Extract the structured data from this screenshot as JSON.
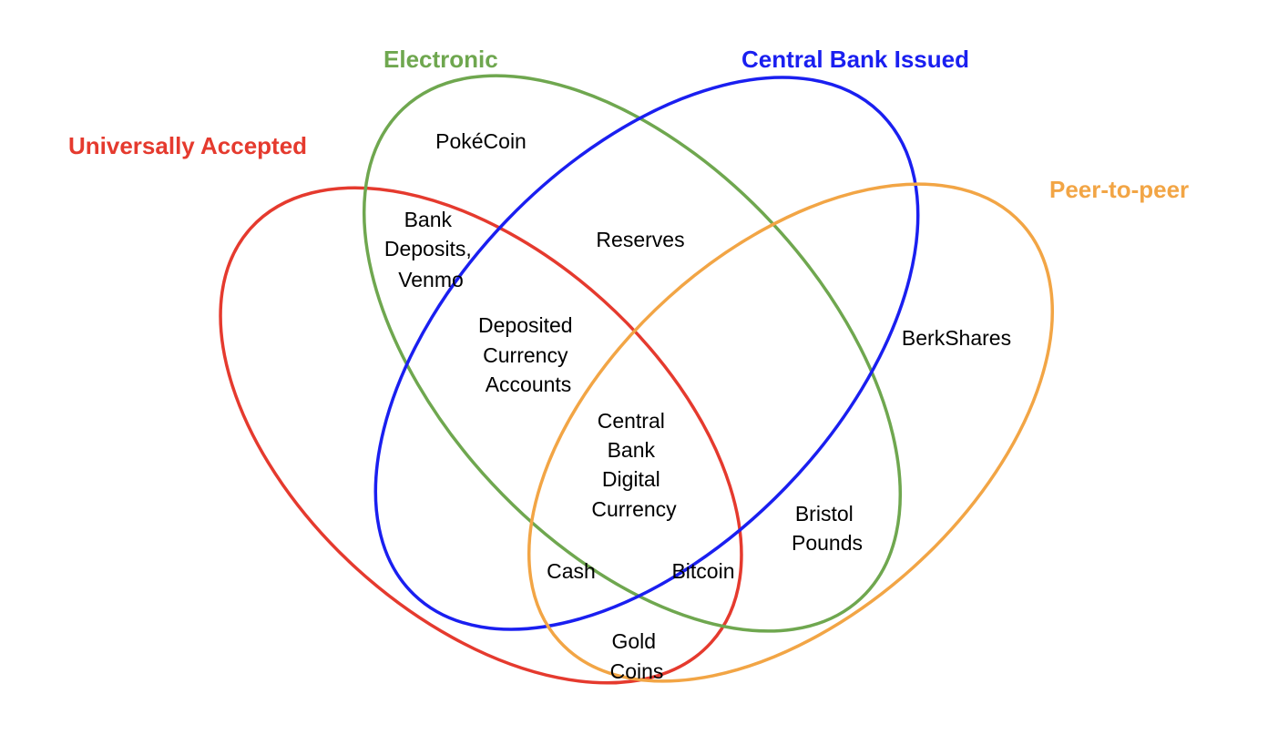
{
  "diagram": {
    "sets": [
      {
        "id": "universally_accepted",
        "label": "Universally Accepted",
        "color": "#e53a2e"
      },
      {
        "id": "electronic",
        "label": "Electronic",
        "color": "#6fa74f"
      },
      {
        "id": "central_bank_issued",
        "label": "Central Bank Issued",
        "color": "#1a1ff0"
      },
      {
        "id": "peer_to_peer",
        "label": "Peer-to-peer",
        "color": "#f2a545"
      }
    ],
    "regions": [
      {
        "id": "pokecoin",
        "lines": [
          "PokéCoin"
        ]
      },
      {
        "id": "bank_deposits",
        "lines": [
          "Bank",
          "Deposits,",
          "Venmo"
        ]
      },
      {
        "id": "reserves",
        "lines": [
          "Reserves"
        ]
      },
      {
        "id": "deposited_currency",
        "lines": [
          "Deposited",
          "Currency",
          "Accounts"
        ]
      },
      {
        "id": "berkshares",
        "lines": [
          "BerkShares"
        ]
      },
      {
        "id": "cbdc",
        "lines": [
          "Central",
          "Bank",
          "Digital",
          "Currency"
        ]
      },
      {
        "id": "bristol_pounds",
        "lines": [
          "Bristol",
          "Pounds"
        ]
      },
      {
        "id": "cash",
        "lines": [
          "Cash"
        ]
      },
      {
        "id": "bitcoin",
        "lines": [
          "Bitcoin"
        ]
      },
      {
        "id": "gold_coins",
        "lines": [
          "Gold",
          "Coins"
        ]
      }
    ]
  }
}
